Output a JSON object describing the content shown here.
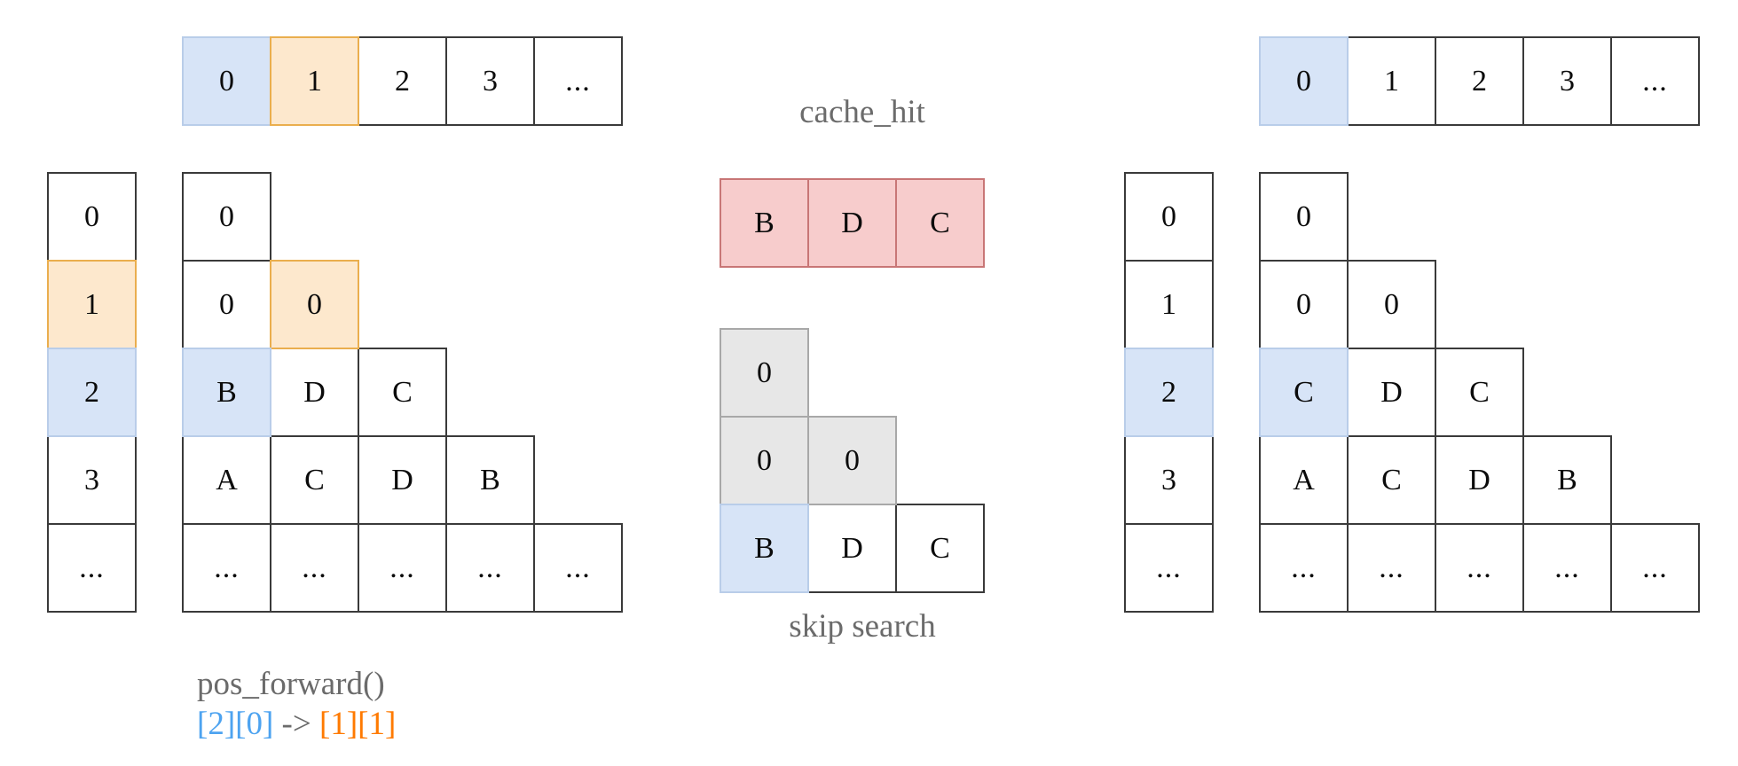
{
  "diagram": {
    "title_hidden": "",
    "colors": {
      "blue_fill": "#d7e4f7",
      "blue_border": "#b9cde9",
      "orange_fill": "#fde8cd",
      "orange_border": "#eaae4e",
      "pink_fill": "#f7cccc",
      "pink_border": "#c87676",
      "gray_fill": "#e7e7e7",
      "gray_border": "#a8a8a8",
      "cell_border": "#3a3a3a",
      "caption_text": "#6b6b6b",
      "token_blue": "#4da3f0",
      "token_orange": "#ff7a00"
    }
  },
  "left_panel": {
    "header_row": {
      "label": "column-index-header",
      "cells": [
        {
          "text": "0",
          "fill": "blue"
        },
        {
          "text": "1",
          "fill": "orange"
        },
        {
          "text": "2",
          "fill": "none"
        },
        {
          "text": "3",
          "fill": "none"
        },
        {
          "text": "...",
          "fill": "none"
        }
      ]
    },
    "index_column": {
      "cells": [
        {
          "text": "0",
          "fill": "none"
        },
        {
          "text": "1",
          "fill": "orange"
        },
        {
          "text": "2",
          "fill": "blue"
        },
        {
          "text": "3",
          "fill": "none"
        },
        {
          "text": "...",
          "fill": "none"
        }
      ]
    },
    "triangle_rows": [
      {
        "cells": [
          {
            "text": "0",
            "fill": "none"
          }
        ]
      },
      {
        "cells": [
          {
            "text": "0",
            "fill": "none"
          },
          {
            "text": "0",
            "fill": "orange"
          }
        ]
      },
      {
        "cells": [
          {
            "text": "B",
            "fill": "blue"
          },
          {
            "text": "D",
            "fill": "none"
          },
          {
            "text": "C",
            "fill": "none"
          }
        ]
      },
      {
        "cells": [
          {
            "text": "A",
            "fill": "none"
          },
          {
            "text": "C",
            "fill": "none"
          },
          {
            "text": "D",
            "fill": "none"
          },
          {
            "text": "B",
            "fill": "none"
          }
        ]
      },
      {
        "cells": [
          {
            "text": "...",
            "fill": "none"
          },
          {
            "text": "...",
            "fill": "none"
          },
          {
            "text": "...",
            "fill": "none"
          },
          {
            "text": "...",
            "fill": "none"
          },
          {
            "text": "...",
            "fill": "none"
          }
        ]
      }
    ],
    "caption": {
      "function_name": "pos_forward()",
      "from_index": "[2][0]",
      "arrow": " -> ",
      "to_index": "[1][1]"
    }
  },
  "middle_panel": {
    "cache_hit_label": "cache_hit",
    "cache_hit_row": {
      "cells": [
        {
          "text": "B",
          "fill": "pink"
        },
        {
          "text": "D",
          "fill": "pink"
        },
        {
          "text": "C",
          "fill": "pink"
        }
      ]
    },
    "skip_search_label": "skip search",
    "skip_rows": [
      {
        "cells": [
          {
            "text": "0",
            "fill": "gray"
          }
        ]
      },
      {
        "cells": [
          {
            "text": "0",
            "fill": "gray"
          },
          {
            "text": "0",
            "fill": "gray"
          }
        ]
      },
      {
        "cells": [
          {
            "text": "B",
            "fill": "blue"
          },
          {
            "text": "D",
            "fill": "none"
          },
          {
            "text": "C",
            "fill": "none"
          }
        ]
      }
    ]
  },
  "right_panel": {
    "header_row": {
      "label": "column-index-header",
      "cells": [
        {
          "text": "0",
          "fill": "blue"
        },
        {
          "text": "1",
          "fill": "none"
        },
        {
          "text": "2",
          "fill": "none"
        },
        {
          "text": "3",
          "fill": "none"
        },
        {
          "text": "...",
          "fill": "none"
        }
      ]
    },
    "index_column": {
      "cells": [
        {
          "text": "0",
          "fill": "none"
        },
        {
          "text": "1",
          "fill": "none"
        },
        {
          "text": "2",
          "fill": "blue"
        },
        {
          "text": "3",
          "fill": "none"
        },
        {
          "text": "...",
          "fill": "none"
        }
      ]
    },
    "triangle_rows": [
      {
        "cells": [
          {
            "text": "0",
            "fill": "none"
          }
        ]
      },
      {
        "cells": [
          {
            "text": "0",
            "fill": "none"
          },
          {
            "text": "0",
            "fill": "none"
          }
        ]
      },
      {
        "cells": [
          {
            "text": "C",
            "fill": "blue"
          },
          {
            "text": "D",
            "fill": "none"
          },
          {
            "text": "C",
            "fill": "none"
          }
        ]
      },
      {
        "cells": [
          {
            "text": "A",
            "fill": "none"
          },
          {
            "text": "C",
            "fill": "none"
          },
          {
            "text": "D",
            "fill": "none"
          },
          {
            "text": "B",
            "fill": "none"
          }
        ]
      },
      {
        "cells": [
          {
            "text": "...",
            "fill": "none"
          },
          {
            "text": "...",
            "fill": "none"
          },
          {
            "text": "...",
            "fill": "none"
          },
          {
            "text": "...",
            "fill": "none"
          },
          {
            "text": "...",
            "fill": "none"
          }
        ]
      }
    ]
  }
}
